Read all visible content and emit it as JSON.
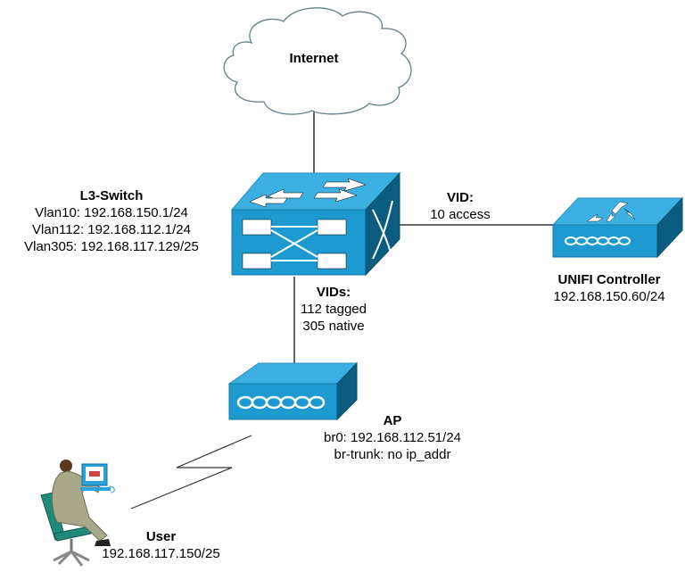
{
  "internet": {
    "label": "Internet"
  },
  "l3_switch": {
    "title": "L3-Switch",
    "lines": [
      "Vlan10: 192.168.150.1/24",
      "Vlan112: 192.168.112.1/24",
      "Vlan305: 192.168.117.129/25"
    ]
  },
  "switch_controller_link": {
    "title": "VID:",
    "lines": [
      "10 access"
    ]
  },
  "switch_ap_link": {
    "title": "VIDs:",
    "lines": [
      "112 tagged",
      "305 native"
    ]
  },
  "unifi_controller": {
    "title": "UNIFI Controller",
    "lines": [
      "192.168.150.60/24"
    ]
  },
  "ap": {
    "title": "AP",
    "lines": [
      "br0: 192.168.112.51/24",
      "br-trunk: no ip_addr"
    ]
  },
  "user": {
    "title": "User",
    "lines": [
      "192.168.117.150/25"
    ]
  },
  "colors": {
    "device_front": "#1d9bd0",
    "device_top": "#3cb0e2",
    "device_side": "#0a5d80",
    "cloud_stroke": "#5f7f86",
    "link": "#333333"
  }
}
